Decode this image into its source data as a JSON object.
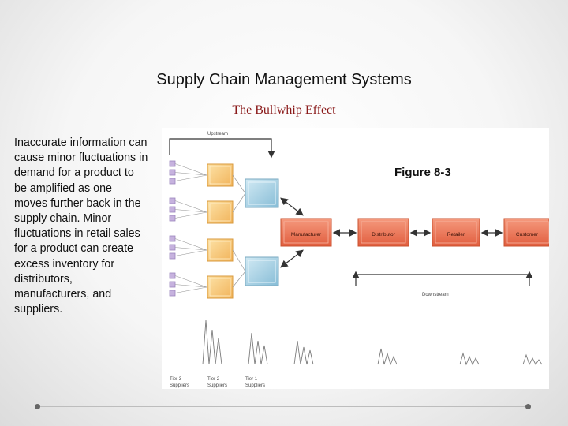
{
  "slide": {
    "title": "Supply Chain Management Systems",
    "subtitle": "The Bullwhip Effect",
    "body": "Inaccurate information can cause minor fluctuations in demand for a product to be amplified as one moves further back in the supply chain. Minor fluctuations in retail sales for a product can create excess inventory for distributors, manufacturers, and suppliers.",
    "figure_label": "Figure 8-3"
  },
  "diagram": {
    "upstream_label": "Upstream",
    "downstream_label": "Downstream",
    "nodes": [
      "Manufacturer",
      "Distributor",
      "Retailer",
      "Customer"
    ],
    "tiers": [
      "Tier 3\nSuppliers",
      "Tier 2\nSuppliers",
      "Tier 1\nSuppliers"
    ],
    "colors": {
      "orange": "#ec7152",
      "orange_dark": "#c9522f",
      "tier2": "#f7c873",
      "tier1": "#a9d4e6",
      "tier3": "#c6b2de",
      "arrow": "#333333"
    }
  }
}
